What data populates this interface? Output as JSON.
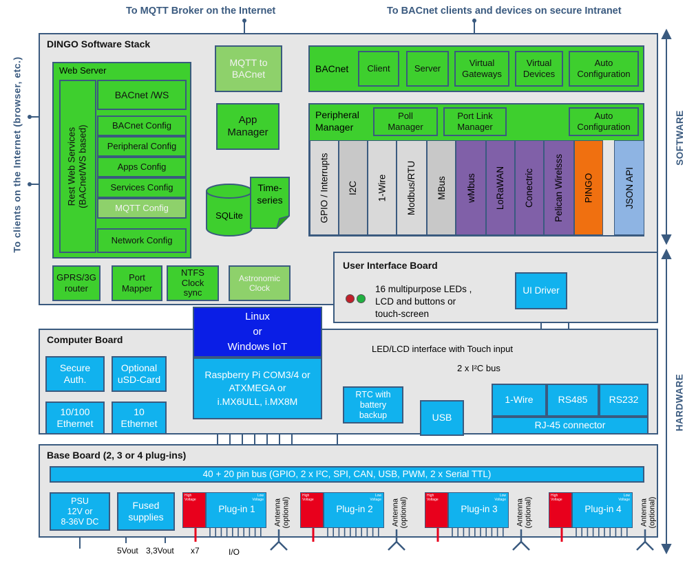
{
  "top": {
    "mqtt_broker": "To MQTT Broker on the Internet",
    "bacnet_clients": "To BACnet clients and devices on secure Intranet"
  },
  "side": {
    "clients": "To clients on the Internet  (browser, etc.)",
    "software": "SOFTWARE",
    "hardware": "HARDWARE"
  },
  "software_stack": {
    "title": "DINGO Software Stack",
    "web_server": {
      "title": "Web Server",
      "rest": "Rest Web Services\n(BACnet/WS based)",
      "bacnet_ws": "BACnet /WS",
      "items": [
        "BACnet Config",
        "Peripheral Config",
        "Apps Config",
        "Services Config",
        "MQTT Config",
        "Network Config"
      ]
    },
    "mqtt_to_bacnet": "MQTT to\nBACnet",
    "app_manager": "App\nManager",
    "sqlite": "SQLite",
    "timeseries": "Time-\nseries",
    "bottom_boxes": [
      "GPRS/3G\nrouter",
      "Port\nMapper",
      "NTFS\nClock\nsync",
      "Astronomic\nClock"
    ],
    "bacnet": {
      "label": "BACnet",
      "items": [
        "Client",
        "Server",
        "Virtual\nGateways",
        "Virtual\nDevices",
        "Auto\nConfiguration"
      ]
    },
    "peripheral": {
      "label": "Peripheral\nManager",
      "items": [
        "Poll\nManager",
        "Port Link\nManager",
        "Auto\nConfiguration"
      ],
      "protocols": [
        "GPIO / Interrupts",
        "I2C",
        "1-Wire",
        "Modbus/RTU",
        "MBus",
        "wMbus",
        "LoRaWAN",
        "Conectric",
        "Pelican Wirelsss",
        "PINGO",
        "JSON API"
      ]
    }
  },
  "ui_board": {
    "title": "User Interface Board",
    "leds_text": "16 multipurpose LEDs ,\nLCD and buttons or\ntouch-screen",
    "ui_driver": "UI Driver"
  },
  "os": "Linux\nor\nWindows IoT",
  "computer_board": {
    "title": "Computer Board",
    "secure_auth": "Secure\nAuth.",
    "usd": "Optional\nuSD-Card",
    "eth100": "10/100\nEthernet",
    "eth10": "10\nEthernet",
    "cpu": "Raspberry Pi COM3/4 or\nATXMEGA or\ni.MX6ULL, i.MX8M",
    "rtc": "RTC with\nbattery\nbackup",
    "usb": "USB",
    "onewire": "1-Wire",
    "rs485": "RS485",
    "rs232": "RS232",
    "rj45": "RJ-45 connector",
    "led_lcd_bus": "LED/LCD interface with Touch input",
    "i2c_bus": "2 x I²C bus"
  },
  "base_board": {
    "title": "Base Board (2, 3 or 4 plug-ins)",
    "bus": "40 + 20 pin bus (GPIO, 2 x I²C, SPI, CAN, USB,  PWM, 2 x Serial TTL)",
    "psu": "PSU\n12V or\n8-36V DC",
    "fused": "Fused\nsupplies",
    "plugins": [
      "Plug-in 1",
      "Plug-in 2",
      "Plug-in 3",
      "Plug-in 4"
    ],
    "high_voltage": "High\nVoltage",
    "low_voltage": "Low\nVoltage",
    "antenna": "Antenna\n(optional)",
    "vout5": "5Vout",
    "vout33": "3,3Vout",
    "x7": "x7",
    "io": "I/O"
  },
  "colors": {
    "green": "#3ecf2e",
    "blue": "#11b2ee",
    "purple": "#8060a8",
    "orange": "#f07010",
    "navy": "#0a1ee6",
    "border": "#3a5a7f"
  }
}
